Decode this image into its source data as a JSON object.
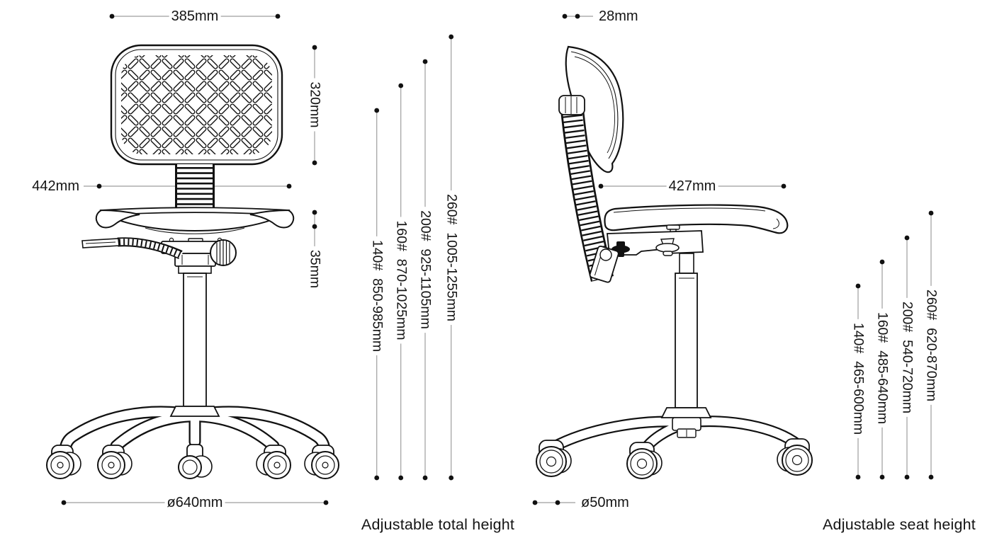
{
  "colors": {
    "dimension_line": "#9e9e9e",
    "ink": "#111111",
    "background": "#ffffff"
  },
  "front_view": {
    "dimensions": {
      "backrest_width": "385mm",
      "backrest_height": "320mm",
      "seat_width": "442mm",
      "seat_thickness": "35mm",
      "base_diameter": "ø640mm"
    },
    "height_options": [
      "140#  850-985mm",
      "160#  870-1025mm",
      "200#  925-1105mm",
      "260#  1005-1255mm"
    ],
    "caption": "Adjustable total height"
  },
  "side_view": {
    "dimensions": {
      "backrest_thickness": "28mm",
      "seat_depth": "427mm",
      "caster_diameter": "ø50mm"
    },
    "height_options": [
      "140#  465-600mm",
      "160#  485-640mm",
      "200#  540-720mm",
      "260#  620-870mm"
    ],
    "caption": "Adjustable seat height"
  }
}
